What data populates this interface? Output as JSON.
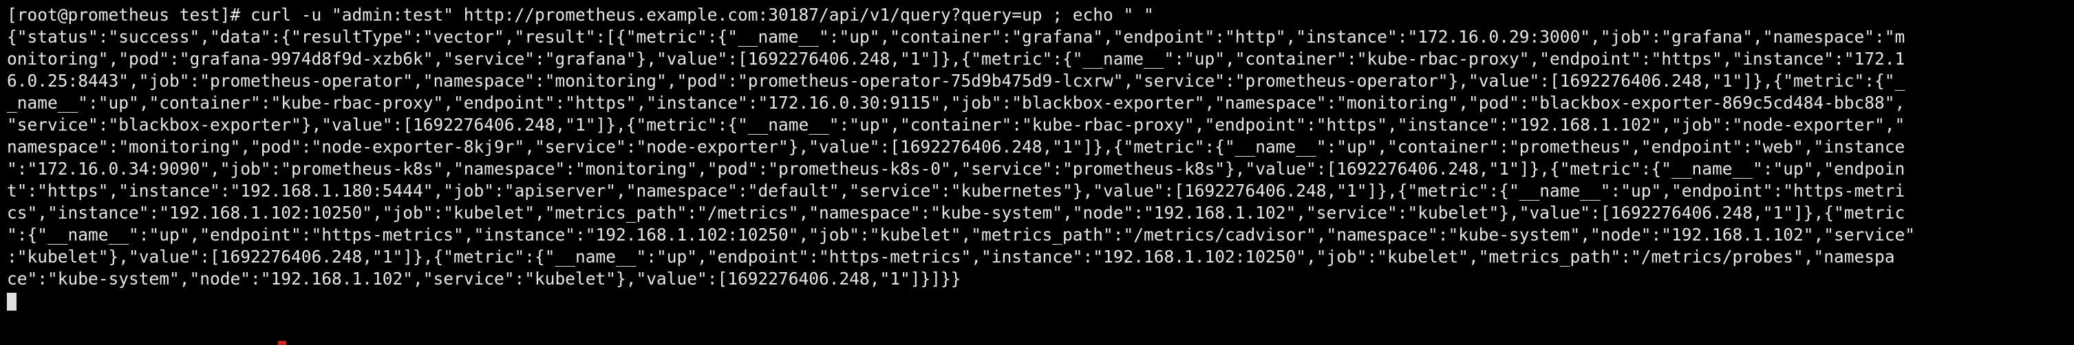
{
  "terminal": {
    "lines": [
      "[root@prometheus test]# curl -u \"admin:test\" http://prometheus.example.com:30187/api/v1/query?query=up ; echo \" \"",
      "{\"status\":\"success\",\"data\":{\"resultType\":\"vector\",\"result\":[{\"metric\":{\"__name__\":\"up\",\"container\":\"grafana\",\"endpoint\":\"http\",\"instance\":\"172.16.0.29:3000\",\"job\":\"grafana\",\"namespace\":\"m",
      "onitoring\",\"pod\":\"grafana-9974d8f9d-xzb6k\",\"service\":\"grafana\"},\"value\":[1692276406.248,\"1\"]},{\"metric\":{\"__name__\":\"up\",\"container\":\"kube-rbac-proxy\",\"endpoint\":\"https\",\"instance\":\"172.1",
      "6.0.25:8443\",\"job\":\"prometheus-operator\",\"namespace\":\"monitoring\",\"pod\":\"prometheus-operator-75d9b475d9-lcxrw\",\"service\":\"prometheus-operator\"},\"value\":[1692276406.248,\"1\"]},{\"metric\":{\"_",
      "_name__\":\"up\",\"container\":\"kube-rbac-proxy\",\"endpoint\":\"https\",\"instance\":\"172.16.0.30:9115\",\"job\":\"blackbox-exporter\",\"namespace\":\"monitoring\",\"pod\":\"blackbox-exporter-869c5cd484-bbc88\",",
      "\"service\":\"blackbox-exporter\"},\"value\":[1692276406.248,\"1\"]},{\"metric\":{\"__name__\":\"up\",\"container\":\"kube-rbac-proxy\",\"endpoint\":\"https\",\"instance\":\"192.168.1.102\",\"job\":\"node-exporter\",\"",
      "namespace\":\"monitoring\",\"pod\":\"node-exporter-8kj9r\",\"service\":\"node-exporter\"},\"value\":[1692276406.248,\"1\"]},{\"metric\":{\"__name__\":\"up\",\"container\":\"prometheus\",\"endpoint\":\"web\",\"instance",
      "\":\"172.16.0.34:9090\",\"job\":\"prometheus-k8s\",\"namespace\":\"monitoring\",\"pod\":\"prometheus-k8s-0\",\"service\":\"prometheus-k8s\"},\"value\":[1692276406.248,\"1\"]},{\"metric\":{\"__name__\":\"up\",\"endpoin",
      "t\":\"https\",\"instance\":\"192.168.1.180:5444\",\"job\":\"apiserver\",\"namespace\":\"default\",\"service\":\"kubernetes\"},\"value\":[1692276406.248,\"1\"]},{\"metric\":{\"__name__\":\"up\",\"endpoint\":\"https-metri",
      "cs\",\"instance\":\"192.168.1.102:10250\",\"job\":\"kubelet\",\"metrics_path\":\"/metrics\",\"namespace\":\"kube-system\",\"node\":\"192.168.1.102\",\"service\":\"kubelet\"},\"value\":[1692276406.248,\"1\"]},{\"metric",
      "\":{\"__name__\":\"up\",\"endpoint\":\"https-metrics\",\"instance\":\"192.168.1.102:10250\",\"job\":\"kubelet\",\"metrics_path\":\"/metrics/cadvisor\",\"namespace\":\"kube-system\",\"node\":\"192.168.1.102\",\"service\"",
      ":\"kubelet\"},\"value\":[1692276406.248,\"1\"]},{\"metric\":{\"__name__\":\"up\",\"endpoint\":\"https-metrics\",\"instance\":\"192.168.1.102:10250\",\"job\":\"kubelet\",\"metrics_path\":\"/metrics/probes\",\"namespa",
      "ce\":\"kube-system\",\"node\":\"192.168.1.102\",\"service\":\"kubelet\"},\"value\":[1692276406.248,\"1\"]}]}}"
    ],
    "colors": {
      "background": "#000000",
      "foreground": "#e6e6e6",
      "accent_mark": "#d11f1f"
    }
  }
}
